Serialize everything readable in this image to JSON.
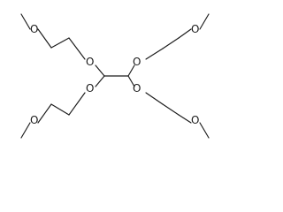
{
  "molecule": {
    "atoms": [
      {
        "id": "c1",
        "element": "C",
        "label": ""
      },
      {
        "id": "c2",
        "element": "C",
        "label": ""
      },
      {
        "id": "o_ul",
        "element": "O",
        "label": "O"
      },
      {
        "id": "o_ll",
        "element": "O",
        "label": "O"
      },
      {
        "id": "o_ur",
        "element": "O",
        "label": "O"
      },
      {
        "id": "o_lr",
        "element": "O",
        "label": "O"
      },
      {
        "id": "o_ul_me",
        "element": "O",
        "label": "O"
      },
      {
        "id": "o_ll_me",
        "element": "O",
        "label": "O"
      },
      {
        "id": "o_ur_me",
        "element": "O",
        "label": "O"
      },
      {
        "id": "o_lr_me",
        "element": "O",
        "label": "O"
      }
    ],
    "bonds": [
      [
        "c1",
        "c2"
      ],
      [
        "c1",
        "o_ul"
      ],
      [
        "c1",
        "o_ll"
      ],
      [
        "c2",
        "o_ur"
      ],
      [
        "c2",
        "o_lr"
      ]
    ]
  }
}
